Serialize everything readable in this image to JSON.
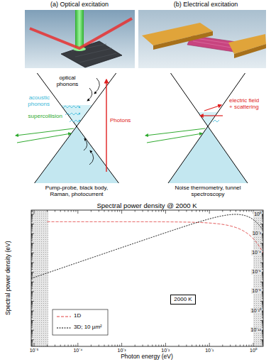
{
  "diagram": {
    "title": "Spectral power density @ 2000 K",
    "nodes": [
      {
        "text": [
          "2000 K"
        ]
      }
    ],
    "labels": [
      "(a) Optical excitation",
      "(b) Electrical excitation",
      "optical phonons",
      "acoustic phonons",
      "supercollision",
      "Photons",
      "Pump-probe, black body, Raman, photocurrent",
      "electric field + scattering",
      "Noise thermometry, tunnel spectroscopy",
      "10⁰",
      "10⁻²",
      "10⁻⁴",
      "10⁻⁶",
      "10⁻⁸",
      "10⁻¹⁰",
      "10⁻¹²",
      "10⁻⁵",
      "10⁻⁴",
      "10⁻³",
      "10⁻²",
      "10⁻¹",
      "10⁰",
      "Spectral power density (eV)",
      "Photon energy (eV)"
    ],
    "legend": [
      {
        "text": "1D"
      },
      {
        "text": "3D; 10 µm²"
      }
    ]
  }
}
